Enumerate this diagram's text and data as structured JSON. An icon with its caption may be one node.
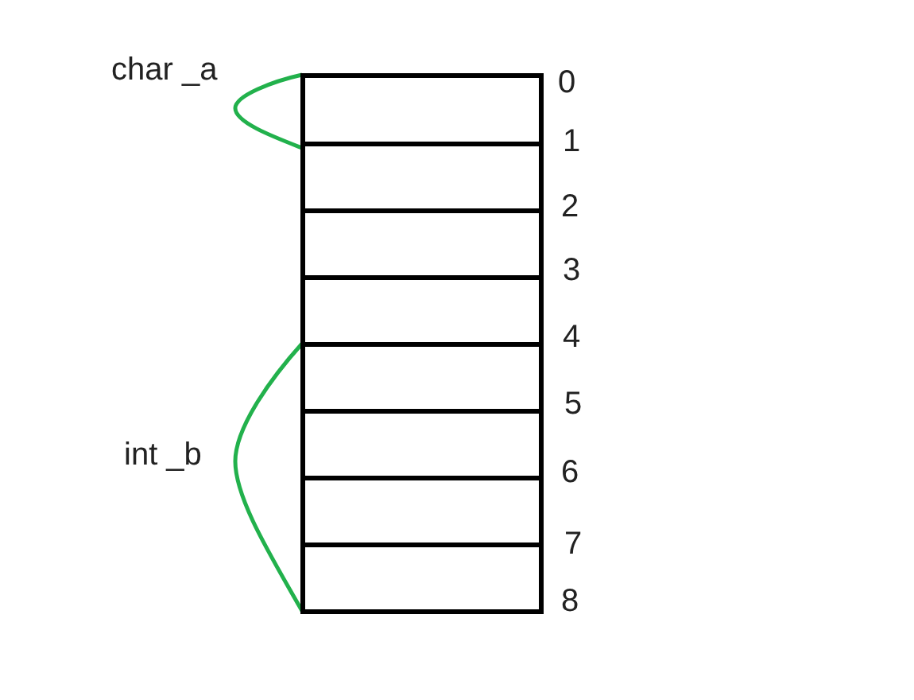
{
  "diagram": {
    "nodes": [
      {
        "text": [],
        "shape": "box"
      },
      {
        "text": [],
        "shape": "box"
      },
      {
        "text": [],
        "shape": "box"
      },
      {
        "text": [],
        "shape": "box"
      },
      {
        "text": [],
        "shape": "box"
      },
      {
        "text": [],
        "shape": "box"
      },
      {
        "text": [],
        "shape": "box"
      },
      {
        "text": [],
        "shape": "box"
      }
    ],
    "labels": [
      "char _a",
      "0",
      "1",
      "2",
      "3",
      "4",
      "5",
      "int _b",
      "6",
      "7",
      "8"
    ]
  }
}
